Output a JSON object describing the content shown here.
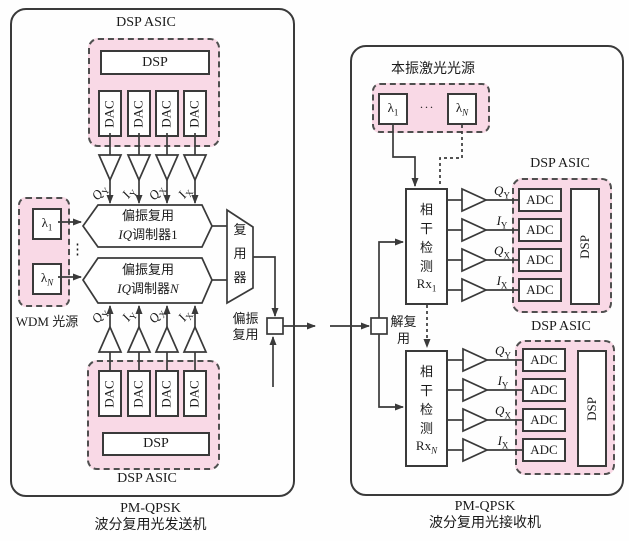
{
  "common": {
    "dsp_asic": "DSP ASIC",
    "dsp": "DSP",
    "dac": "DAC",
    "adc": "ADC",
    "lambda": "λ",
    "sub_1": "1",
    "sub_n": "N",
    "vdots": "⋮",
    "hdots": "···"
  },
  "signals": [
    {
      "base": "Q",
      "sub": "Y"
    },
    {
      "base": "I",
      "sub": "Y"
    },
    {
      "base": "Q",
      "sub": "X"
    },
    {
      "base": "I",
      "sub": "X"
    }
  ],
  "tx": {
    "wdm_label": "WDM 光源",
    "mod1_line1": "偏振复用",
    "mod1_iq": "IQ",
    "mod1_rest": "调制器1",
    "modn_line1": "偏振复用",
    "modn_iq": "IQ",
    "modn_rest": "调制器",
    "modn_sub": "N",
    "mux_label": "复用器",
    "polmux_label": "偏振复用",
    "caption1": "PM-QPSK",
    "caption2": "波分复用光发送机"
  },
  "rx": {
    "lo_label": "本振激光光源",
    "demux_label": "解复用",
    "coherent": "相干检测",
    "rx_base": "Rx",
    "rx1_sub": "1",
    "rxn_sub": "N",
    "caption1": "PM-QPSK",
    "caption2": "波分复用光接收机"
  },
  "colors": {
    "pink_fill": "#f9d9e6",
    "line": "#3a3a3a"
  }
}
